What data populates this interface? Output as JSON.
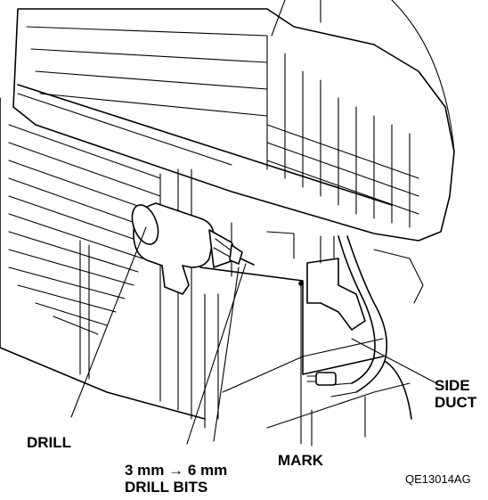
{
  "labels": {
    "drill": "DRILL",
    "bits_line1": "3 mm → 6 mm",
    "bits_line2": "DRILL BITS",
    "mark": "MARK",
    "side_duct_line1": "SIDE",
    "side_duct_line2": "DUCT",
    "figure_code": "QE13014AG"
  },
  "icons": {
    "drill": "drill-icon",
    "mark_point": "mark-dot-icon",
    "cable": "power-cord-icon"
  }
}
